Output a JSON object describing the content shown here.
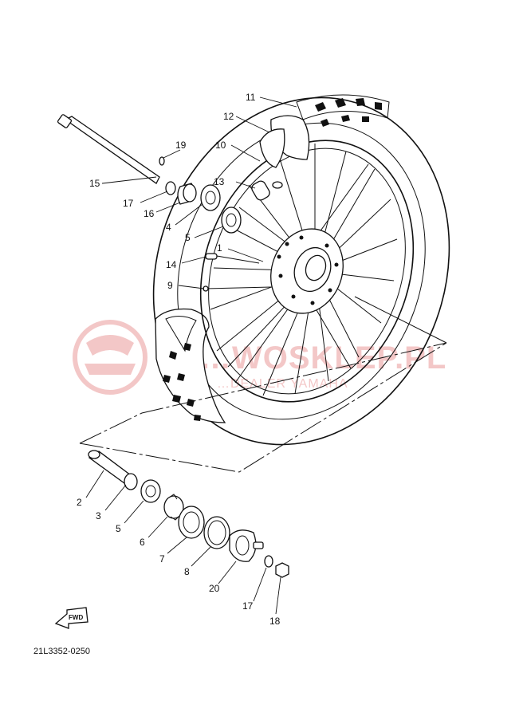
{
  "diagram": {
    "callouts": [
      "1",
      "2",
      "3",
      "4",
      "5",
      "5",
      "6",
      "7",
      "8",
      "9",
      "10",
      "11",
      "12",
      "13",
      "14",
      "15",
      "16",
      "17",
      "17",
      "18",
      "19",
      "20"
    ],
    "fwd_label": "FWD",
    "drawing_code": "21L3352-0250"
  },
  "watermark": {
    "line1": "…WOSKLEP.PL",
    "line2": "…DEALER YAMAHA",
    "color": "#f2c2c2"
  },
  "colors": {
    "ink": "#111111",
    "background": "#ffffff"
  }
}
